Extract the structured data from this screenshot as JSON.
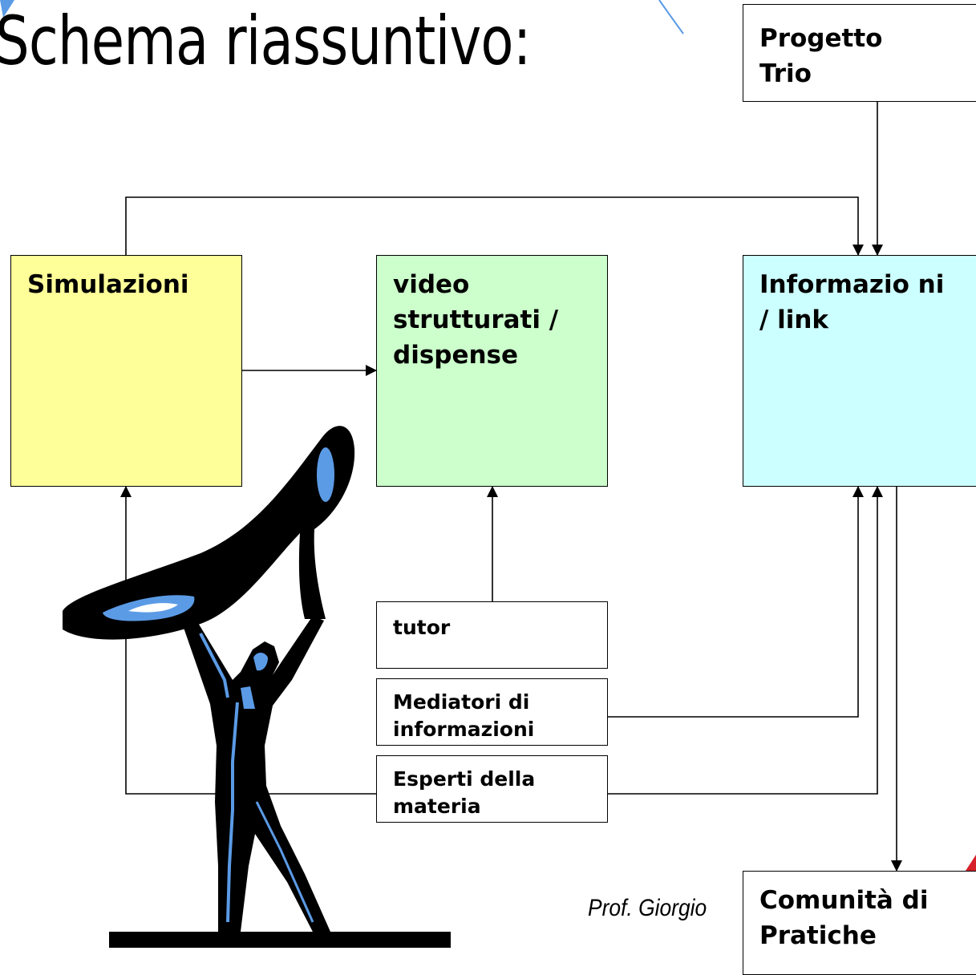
{
  "title": "Schema riassuntivo:",
  "boxes": {
    "progetto_trio": "Progetto Trio",
    "simulazioni": "Simulazioni",
    "video": "video strutturati / dispense",
    "informazioni": "Informazio ni / link",
    "tutor": "tutor",
    "mediatori": "Mediatori di informazioni",
    "esperti": "Esperti della materia",
    "comunita": "Comunità di Pratiche"
  },
  "footer": "Prof. Giorgio",
  "colors": {
    "simulazioni_fill": "#ffff99",
    "video_fill": "#ccffcc",
    "informazioni_fill": "#ccffff",
    "accent_blue": "#5b9be6",
    "accent_red": "#d6202a"
  }
}
